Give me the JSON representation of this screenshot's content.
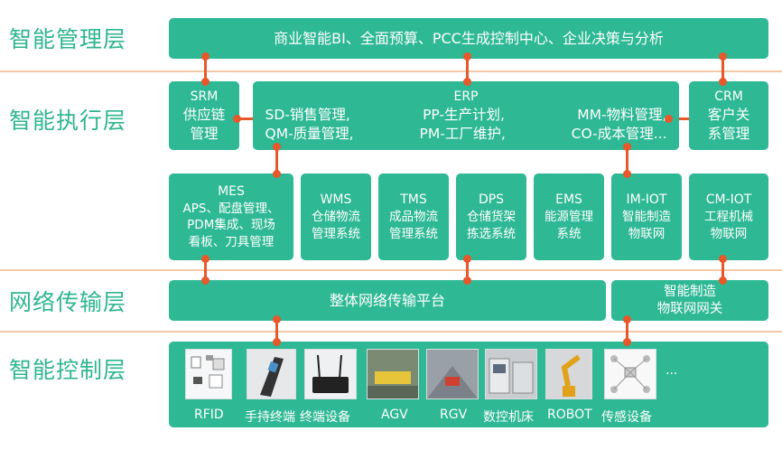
{
  "layers": {
    "intelligent_mgmt": "智能管理层",
    "intelligent_exec": "智能执行层",
    "network": "网络传输层",
    "control": "智能控制层"
  },
  "top_box": "商业智能BI、全面预算、PCC生成控制中心、企业决策与分析",
  "srm": {
    "title": "SRM",
    "line1": "供应链",
    "line2": "管理"
  },
  "erp": {
    "title": "ERP",
    "row1": [
      "SD-销售管理,",
      "PP-生产计划,",
      "MM-物料管理,"
    ],
    "row2": [
      "QM-质量管理,",
      "PM-工厂维护,",
      "CO-成本管理..."
    ]
  },
  "crm": {
    "title": "CRM",
    "line1": "客户关",
    "line2": "系管理"
  },
  "mes": {
    "title": "MES",
    "line1": "APS、配盘管理、",
    "line2": "PDM集成、现场",
    "line3": "看板、刀具管理"
  },
  "wms": {
    "title": "WMS",
    "line1": "仓储物流",
    "line2": "管理系统"
  },
  "tms": {
    "title": "TMS",
    "line1": "成品物流",
    "line2": "管理系统"
  },
  "dps": {
    "title": "DPS",
    "line1": "仓储货架",
    "line2": "拣选系统"
  },
  "ems": {
    "title": "EMS",
    "line1": "能源管理",
    "line2": "系统"
  },
  "imiot": {
    "title": "IM-IOT",
    "line1": "智能制造",
    "line2": "物联网"
  },
  "cmiot": {
    "title": "CM-IOT",
    "line1": "工程机械",
    "line2": "物联网"
  },
  "network_platform": "整体网络传输平台",
  "gateway": {
    "line1": "智能制造",
    "line2": "物联网网关"
  },
  "devices": {
    "rfid": "RFID",
    "handheld": "手持终端",
    "terminal": "终端设备",
    "agv": "AGV",
    "rgv": "RGV",
    "cnc": "数控机床",
    "robot": "ROBOT",
    "sensor": "传感设备",
    "more": "..."
  },
  "colors": {
    "green": "#2eb894",
    "label_green": "#2fb58f",
    "connector": "#e7582b",
    "separator": "#f2c9a6"
  }
}
